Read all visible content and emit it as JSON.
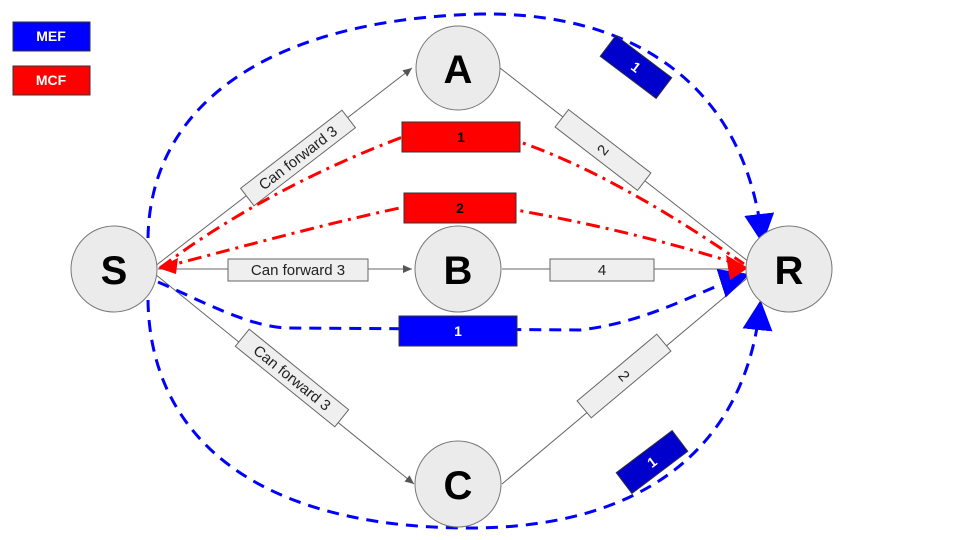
{
  "legend": [
    {
      "label": "MEF",
      "color": "#0000ff"
    },
    {
      "label": "MCF",
      "color": "#ff0000"
    }
  ],
  "nodes": {
    "S": "S",
    "A": "A",
    "B": "B",
    "C": "C",
    "R": "R"
  },
  "edge_labels": {
    "s_a": "Can forward 3",
    "s_b": "Can forward 3",
    "s_c": "Can forward 3",
    "a_r": "2",
    "b_r": "4",
    "c_r": "2"
  },
  "flows": {
    "mcf_top": "1",
    "mcf_mid": "2",
    "mef_mid": "1",
    "mef_top": "1",
    "mef_bottom": "1"
  },
  "colors": {
    "node_fill": "#ebebeb",
    "box_fill": "#efefef",
    "mef": "#0000ff",
    "mcf": "#ff0000",
    "mef_box": "#0000cc"
  }
}
